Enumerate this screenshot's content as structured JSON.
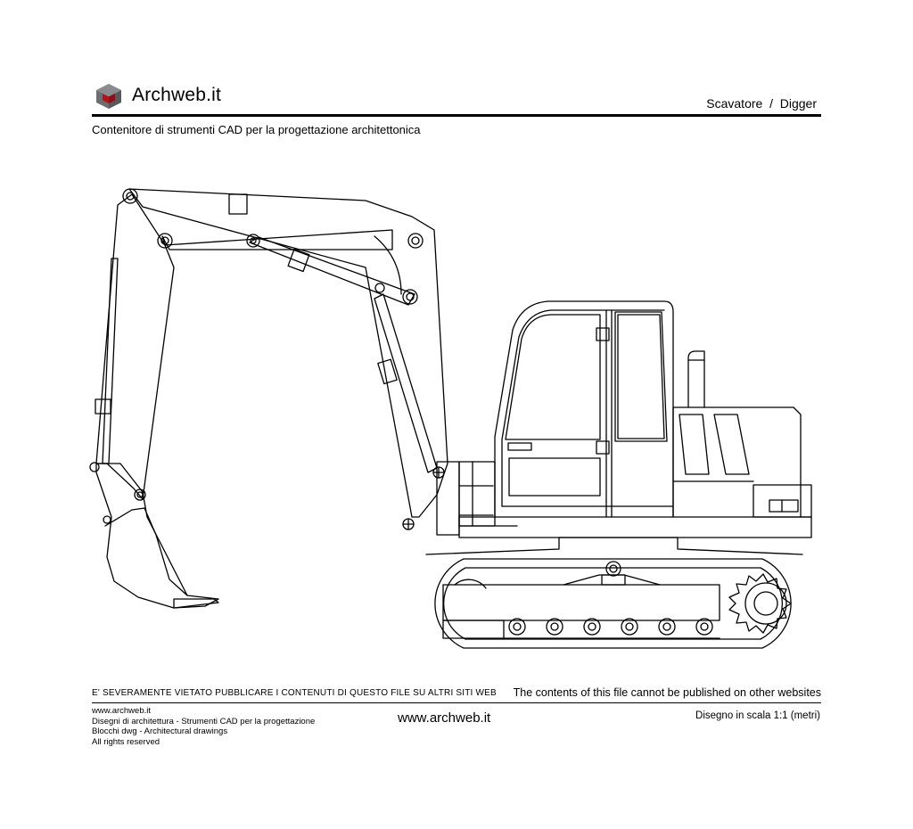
{
  "header": {
    "logo_text": "Archweb.it",
    "title": "Scavatore  /  Digger",
    "subtitle": "Contenitore di strumenti CAD per la progettazione architettonica"
  },
  "drawing": {
    "subject": "excavator side elevation"
  },
  "footer": {
    "warning_it": "E' SEVERAMENTE VIETATO PUBBLICARE I CONTENUTI DI QUESTO FILE SU ALTRI SITI WEB",
    "warning_en": "The contents of this file cannot be published on other websites",
    "info_lines": [
      "www.archweb.it",
      "Disegni di architettura - Strumenti CAD  per la progettazione",
      "Blocchi dwg - Architectural drawings",
      "All rights reserved"
    ],
    "website": "www.archweb.it",
    "scale": "Disegno in scala 1:1 (metri)"
  },
  "colors": {
    "ink": "#000000",
    "logo_red": "#b5121b",
    "logo_grey": "#6d6e71"
  }
}
